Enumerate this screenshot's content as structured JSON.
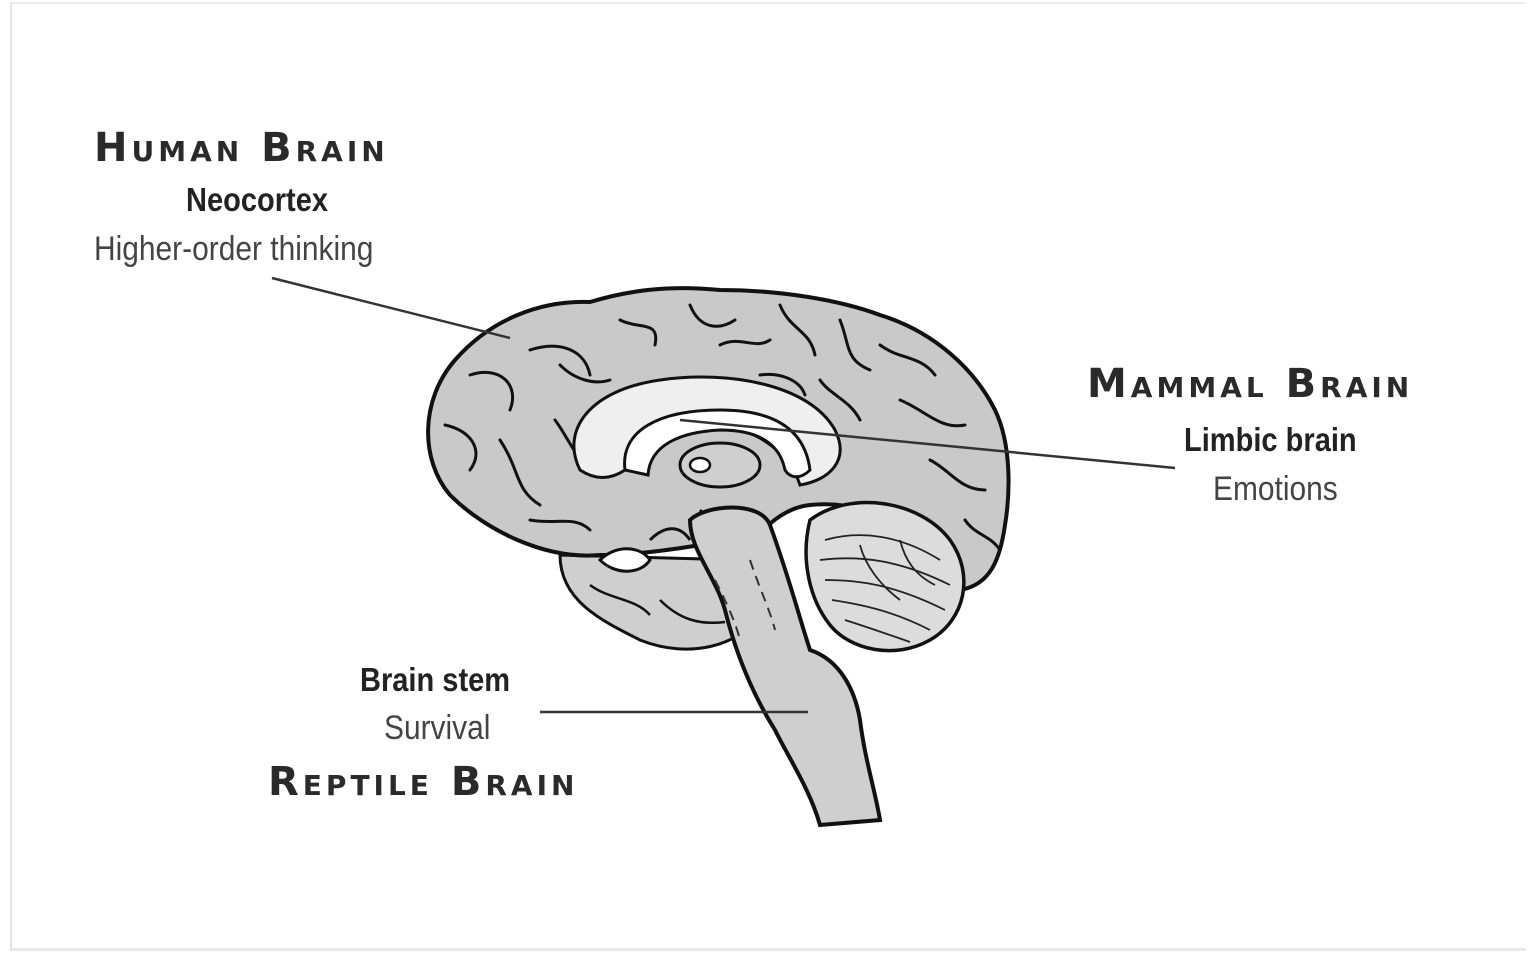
{
  "labels": {
    "human": {
      "title": "Human Brain",
      "region": "Neocortex",
      "function": "Higher-order thinking"
    },
    "mammal": {
      "title": "Mammal Brain",
      "region": "Limbic brain",
      "function": "Emotions"
    },
    "reptile": {
      "region": "Brain stem",
      "function": "Survival",
      "title": "Reptile Brain"
    }
  },
  "colors": {
    "brain_fill": "#c9c9c9",
    "outline": "#111111",
    "inner_fill": "#f4f4f4",
    "leader_line": "#333333"
  }
}
